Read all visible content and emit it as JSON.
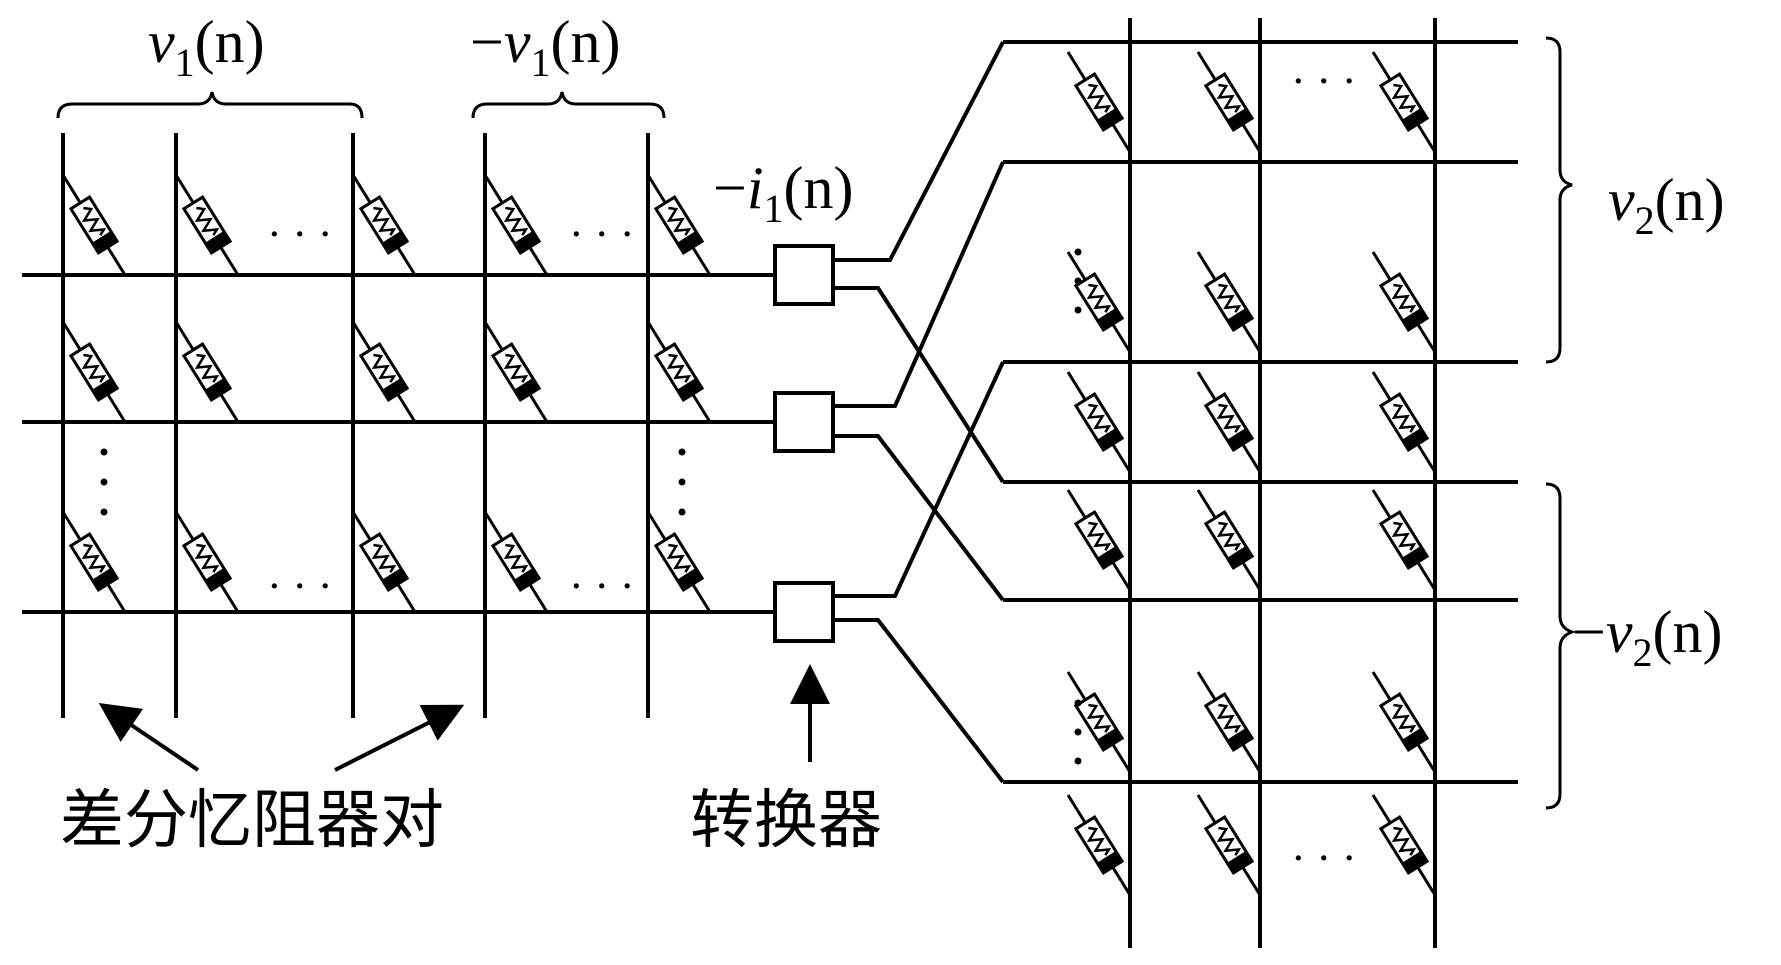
{
  "labels": {
    "v1": {
      "prefix": "",
      "var": "v",
      "sub": "1",
      "arg": "(n)"
    },
    "neg_v1": {
      "prefix": "−",
      "var": "v",
      "sub": "1",
      "arg": "(n)"
    },
    "neg_i1": {
      "prefix": "−",
      "var": "i",
      "sub": "1",
      "arg": "(n)"
    },
    "v2": {
      "prefix": "",
      "var": "v",
      "sub": "2",
      "arg": "(n)"
    },
    "neg_v2": {
      "prefix": "−",
      "var": "v",
      "sub": "2",
      "arg": "(n)"
    }
  },
  "annotations": {
    "memristor_pair": "差分忆阻器对",
    "converter": "转换器"
  },
  "ellipsis": {
    "horizontal": "· · ·",
    "vertical": "·\n·\n·"
  }
}
